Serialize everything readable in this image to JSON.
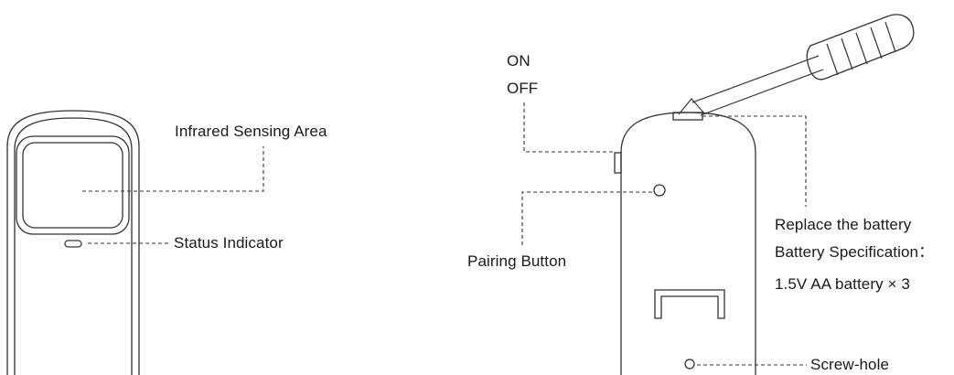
{
  "front_view": {
    "infrared_label": "Infrared Sensing Area",
    "status_label": "Status Indicator"
  },
  "back_view": {
    "switch_on_label": "ON",
    "switch_off_label": "OFF",
    "pairing_label": "Pairing Button",
    "battery_title": "Replace the battery",
    "battery_spec_label": "Battery Specification：",
    "battery_spec_value": "1.5V AA battery × 3",
    "screw_label": "Screw-hole"
  }
}
